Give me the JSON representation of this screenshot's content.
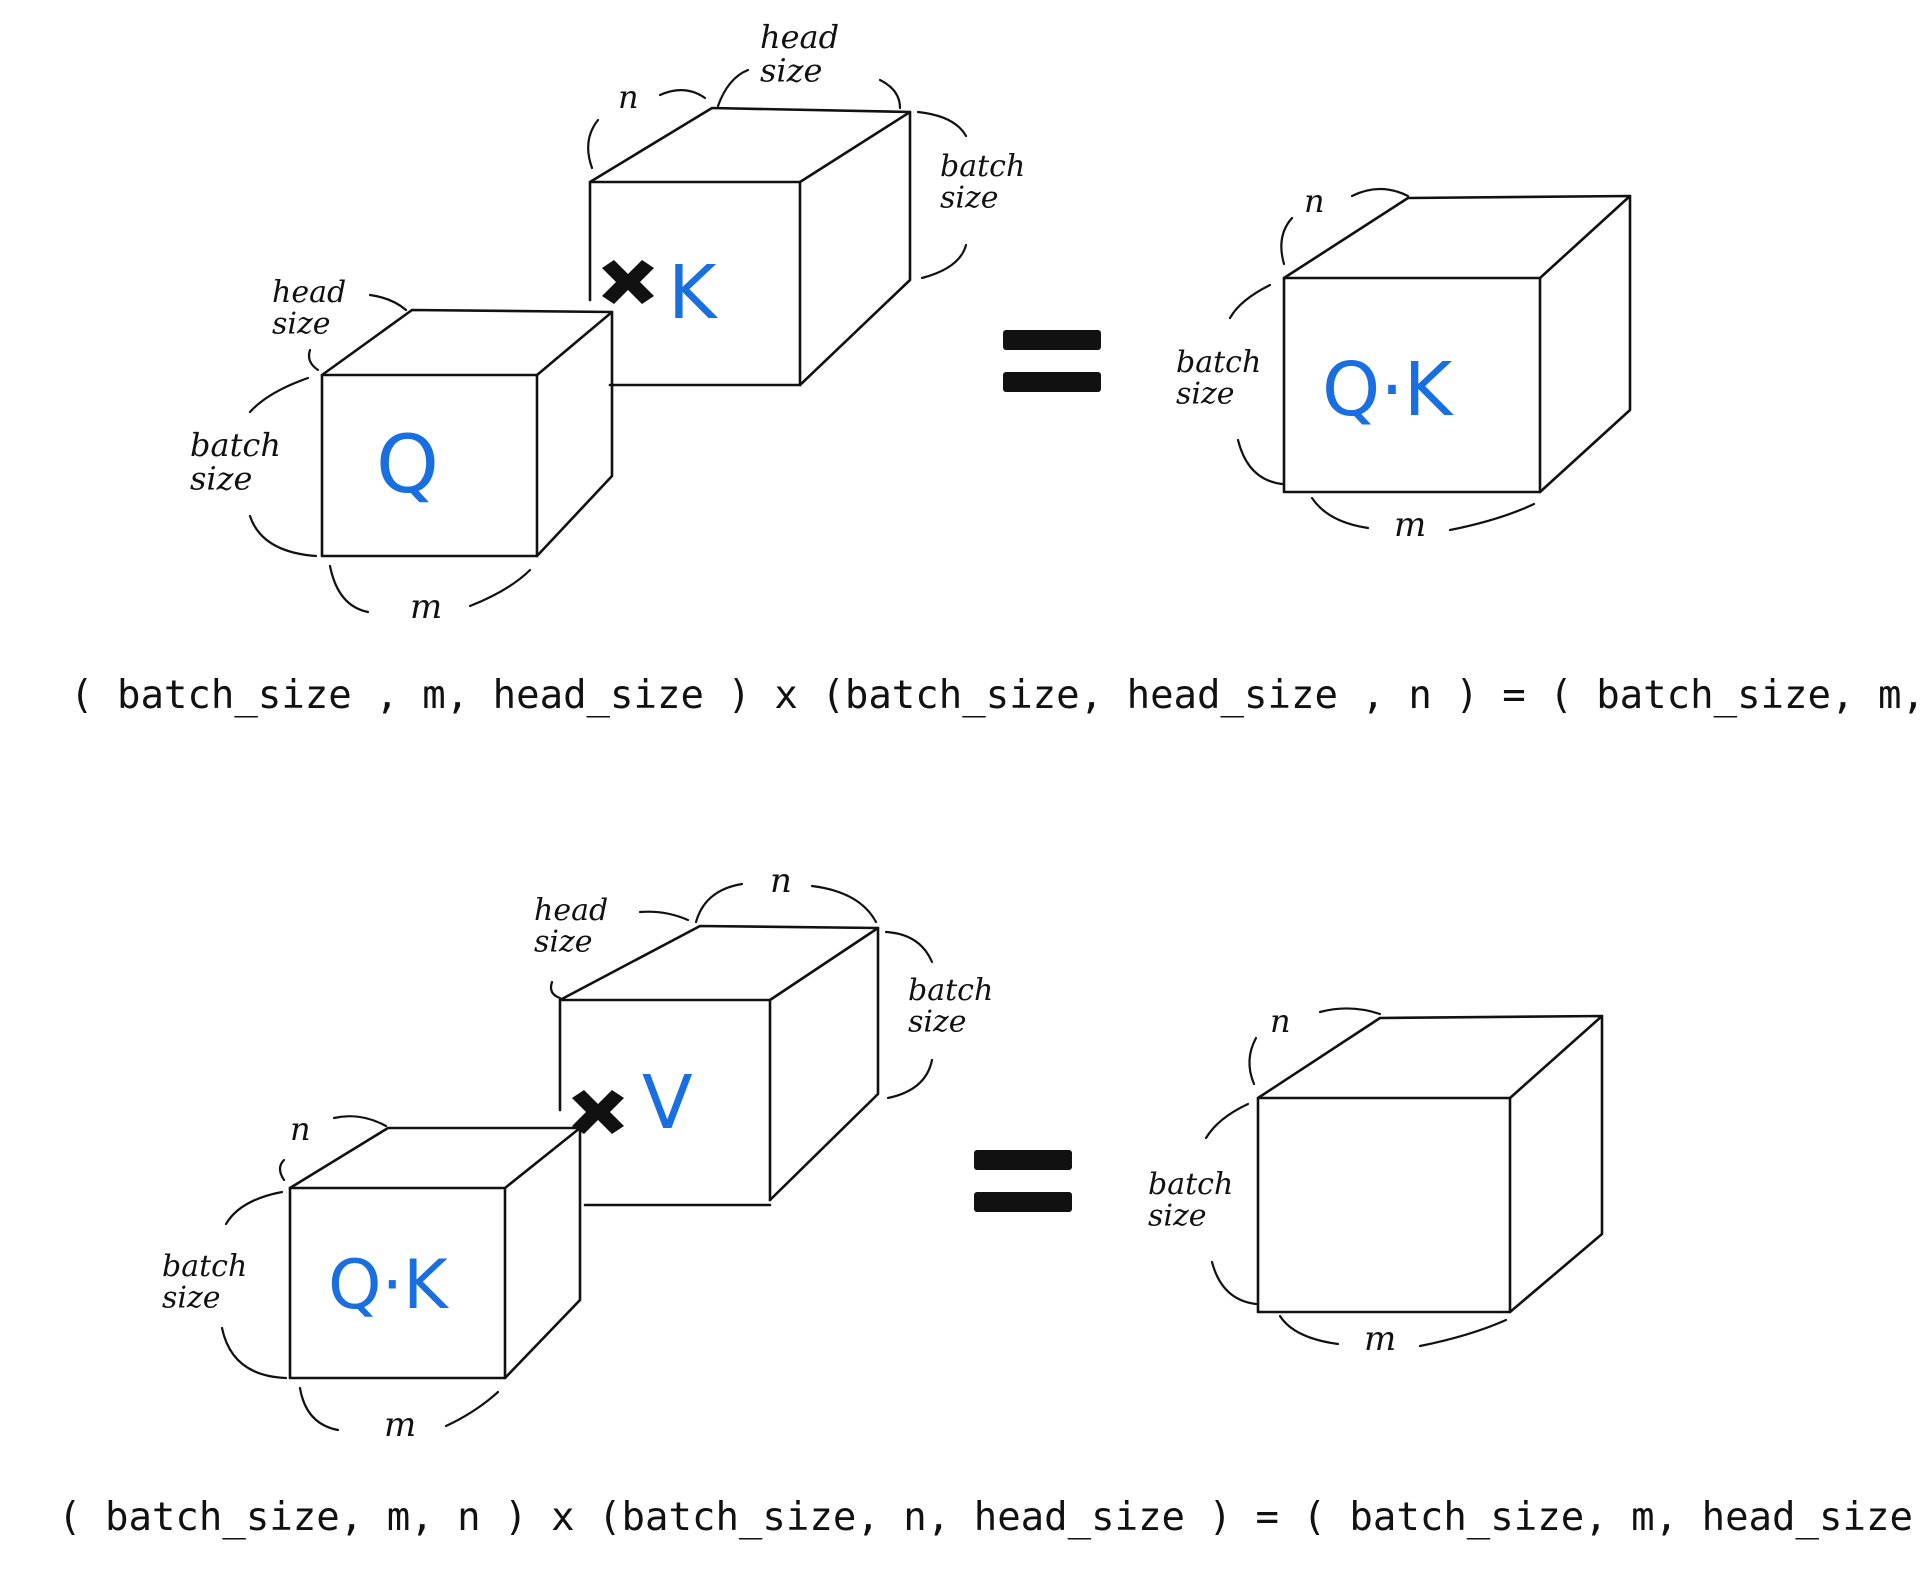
{
  "diagram1": {
    "q_label": "Q",
    "k_label": "K",
    "result_label": "Q·K",
    "dims": {
      "head_size": "head size",
      "batch_size": "batch size",
      "n": "n",
      "m": "m"
    },
    "equation": "( batch_size , m, head_size ) x (batch_size, head_size , n ) = ( batch_size, m, n )"
  },
  "diagram2": {
    "qk_label": "Q·K",
    "v_label": "V",
    "result_label": "",
    "dims": {
      "head_size": "head size",
      "batch_size": "batch size",
      "n": "n",
      "m": "m"
    },
    "equation": "( batch_size, m, n ) x (batch_size, n, head_size ) = ( batch_size, m, head_size )"
  },
  "colors": {
    "ink": "#111111",
    "accent": "#1a6fe0"
  }
}
